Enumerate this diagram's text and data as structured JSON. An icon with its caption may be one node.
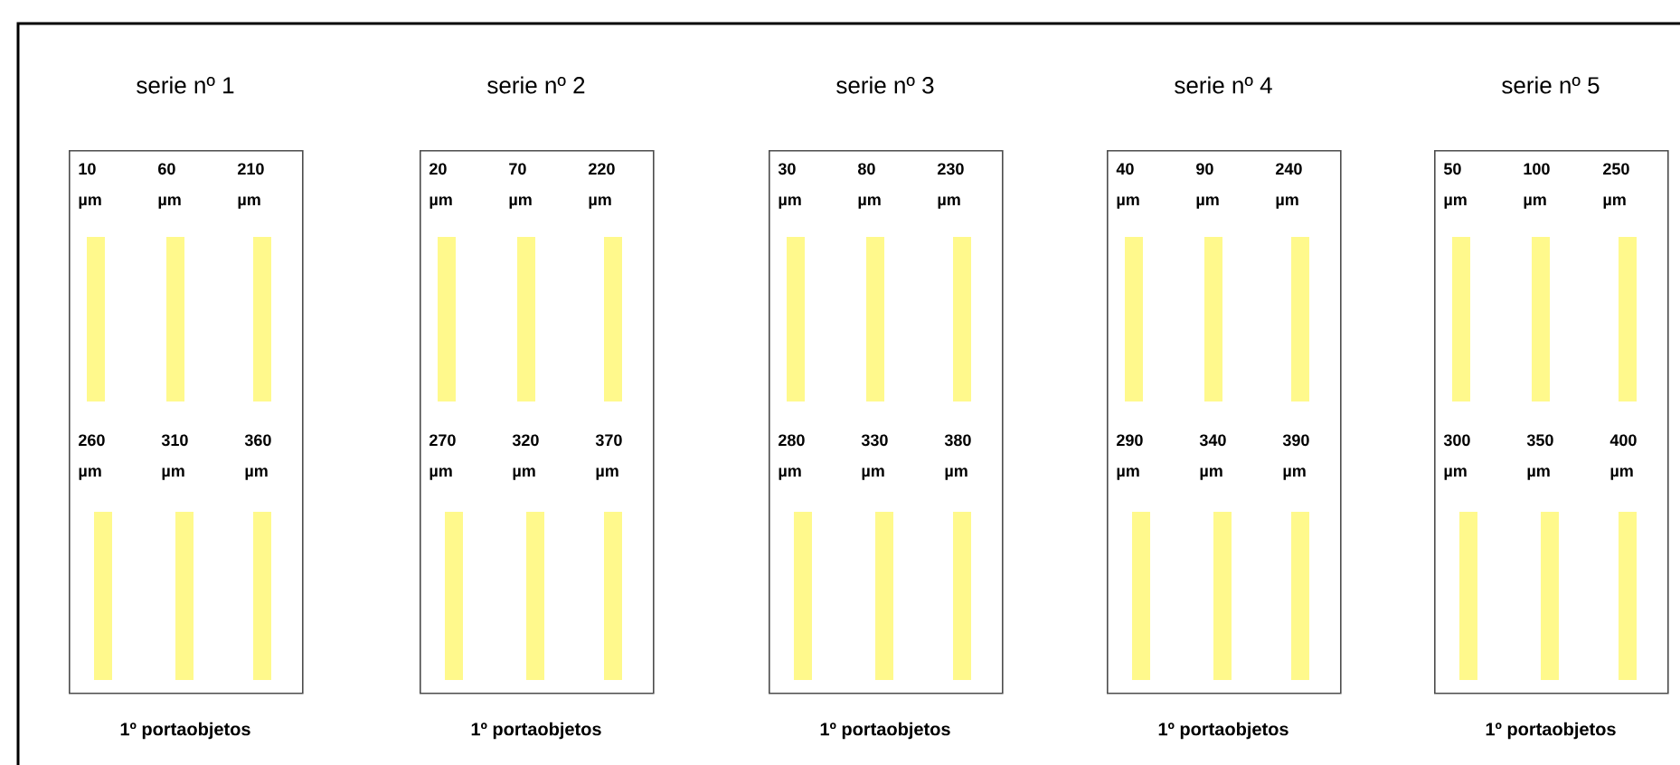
{
  "diagram": {
    "nodes": [
      {
        "text": [
          "serie nº 1",
          "10 µm",
          "60 µm",
          "210 µm",
          "260 µm",
          "310 µm",
          "360 µm"
        ],
        "beside": [
          "1º portaobjetos"
        ]
      },
      {
        "text": [
          "serie nº 2",
          "20 µm",
          "70 µm",
          "220 µm",
          "270 µm",
          "320 µm",
          "370 µm"
        ],
        "beside": [
          "1º portaobjetos"
        ]
      },
      {
        "text": [
          "serie nº 3",
          "30 µm",
          "80 µm",
          "230 µm",
          "280 µm",
          "330 µm",
          "380 µm"
        ],
        "beside": [
          "1º portaobjetos"
        ]
      },
      {
        "text": [
          "serie nº 4",
          "40 µm",
          "90 µm",
          "240 µm",
          "290 µm",
          "340 µm",
          "390 µm"
        ],
        "beside": [
          "1º portaobjetos"
        ]
      },
      {
        "text": [
          "serie nº 5",
          "50 µm",
          "100 µm",
          "250 µm",
          "300 µm",
          "350 µm",
          "400 µm"
        ],
        "beside": [
          "1º portaobjetos"
        ]
      }
    ]
  }
}
